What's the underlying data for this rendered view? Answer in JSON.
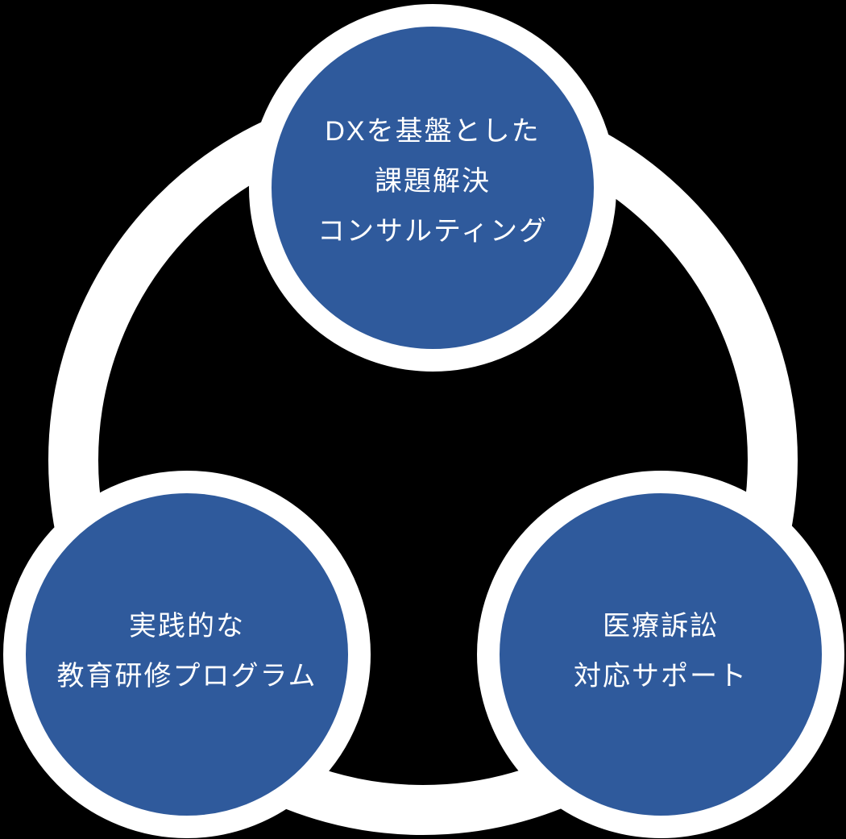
{
  "diagram": {
    "background_color": "#000000",
    "ring_color": "#ffffff",
    "node_fill_color": "#2f5a9c",
    "node_border_color": "#ffffff",
    "text_color": "#ffffff",
    "nodes": [
      {
        "id": "dx-consulting",
        "lines": [
          "DXを基盤とした",
          "課題解決",
          "コンサルティング"
        ]
      },
      {
        "id": "training-program",
        "lines": [
          "実践的な",
          "教育研修プログラム"
        ]
      },
      {
        "id": "litigation-support",
        "lines": [
          "医療訴訟",
          "対応サポート"
        ]
      }
    ]
  }
}
